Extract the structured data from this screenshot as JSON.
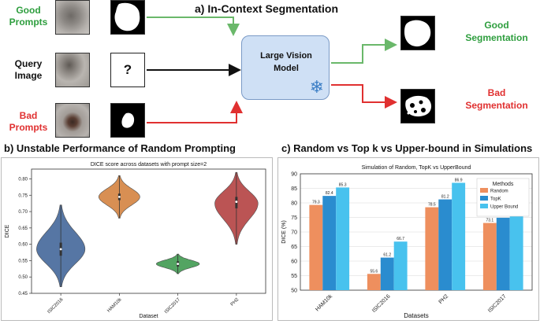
{
  "colors": {
    "good": "#2e9e3e",
    "bad": "#e03030",
    "black": "#111111",
    "model_fill": "#cfe0f5",
    "violin_blue": "#4d6fa0",
    "violin_orange": "#d68a4a",
    "violin_green": "#4aa05a",
    "violin_red": "#b84b4b",
    "bar_random": "#ee8f5e",
    "bar_topk": "#2a8ccf",
    "bar_upper": "#48c2ee"
  },
  "part_a": {
    "title": "a) In-Context Segmentation",
    "good_prompts": "Good\nPrompts",
    "query_image": "Query\nImage",
    "bad_prompts": "Bad\nPrompts",
    "question_mark": "?",
    "model_label": "Large Vision\nModel",
    "snowflake_icon": "❄",
    "good_segmentation": "Good\nSegmentation",
    "bad_segmentation": "Bad\nSegmentation"
  },
  "part_b": {
    "title": "b) Unstable Performance of Random Prompting",
    "chart_data": {
      "type": "violin",
      "title": "DICE score across datasets with prompt size=2",
      "xlabel": "Dataset",
      "ylabel": "DICE",
      "ylim": [
        0.45,
        0.83
      ],
      "yticks": [
        0.45,
        0.5,
        0.55,
        0.6,
        0.65,
        0.7,
        0.75,
        0.8
      ],
      "categories": [
        "ISIC2016",
        "HAM10k",
        "ISIC2017",
        "PH2"
      ],
      "series": [
        {
          "category": "ISIC2016",
          "min": 0.47,
          "max": 0.72,
          "median": 0.585,
          "q1": 0.565,
          "q3": 0.605,
          "mode": 0.585,
          "width": 0.92,
          "color": "#4d6fa0"
        },
        {
          "category": "HAM10k",
          "min": 0.68,
          "max": 0.81,
          "median": 0.745,
          "q1": 0.735,
          "q3": 0.755,
          "mode": 0.745,
          "width": 0.78,
          "color": "#d68a4a"
        },
        {
          "category": "ISIC2017",
          "min": 0.51,
          "max": 0.57,
          "median": 0.54,
          "q1": 0.532,
          "q3": 0.548,
          "mode": 0.54,
          "width": 0.82,
          "color": "#4aa05a"
        },
        {
          "category": "PH2",
          "min": 0.6,
          "max": 0.82,
          "median": 0.73,
          "q1": 0.71,
          "q3": 0.745,
          "mode": 0.725,
          "width": 0.82,
          "color": "#b84b4b"
        }
      ]
    }
  },
  "part_c": {
    "title": "c) Random vs Top k vs Upper-bound in Simulations",
    "chart_data": {
      "type": "bar",
      "title": "Simulation of Random, TopK vs UpperBound",
      "xlabel": "Datasets",
      "ylabel": "DICE (%)",
      "ylim": [
        50,
        90
      ],
      "yticks": [
        50,
        55,
        60,
        65,
        70,
        75,
        80,
        85,
        90
      ],
      "categories": [
        "HAM10k",
        "ISIC2016",
        "PH2",
        "ISIC2017"
      ],
      "legend_title": "Methods",
      "legend_position": "top-right",
      "series": [
        {
          "name": "Random",
          "values": [
            79.3,
            55.6,
            78.5,
            73.1
          ],
          "color": "#ee8f5e"
        },
        {
          "name": "TopK",
          "values": [
            82.4,
            61.2,
            81.2,
            74.9
          ],
          "color": "#2a8ccf"
        },
        {
          "name": "Upper Bound",
          "values": [
            85.3,
            66.7,
            86.9,
            77.2
          ],
          "color": "#48c2ee"
        }
      ]
    }
  }
}
